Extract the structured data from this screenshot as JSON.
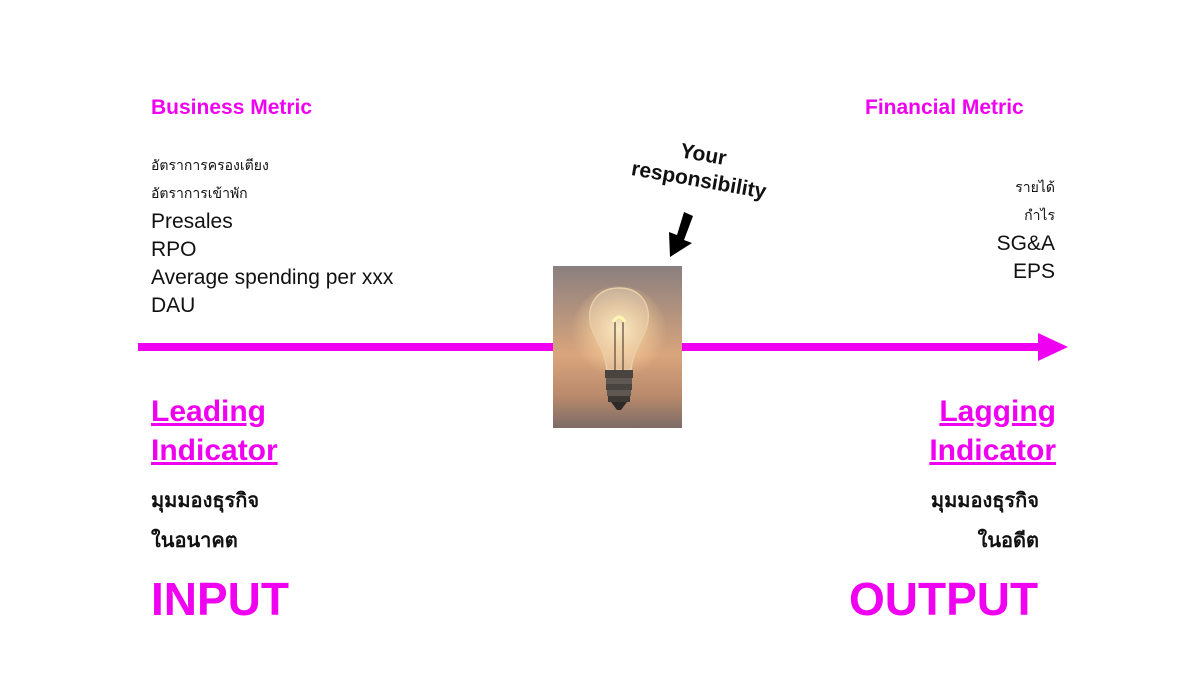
{
  "left": {
    "heading": "Business Metric",
    "thai_metrics": [
      "อัตราการครองเตียง",
      "อัตราการเข้าพัก"
    ],
    "metrics": [
      "Presales",
      "RPO",
      "Average spending per xxx",
      "DAU"
    ],
    "indicator": [
      "Leading",
      "Indicator"
    ],
    "view": [
      "มุมมองธุรกิจ",
      "ในอนาคต"
    ],
    "io_label": "INPUT"
  },
  "right": {
    "heading": "Financial Metric",
    "thai_metrics": [
      "รายได้",
      "กำไร"
    ],
    "metrics": [
      "SG&A",
      "EPS"
    ],
    "indicator": [
      "Lagging",
      "Indicator"
    ],
    "view": [
      "มุมมองธุรกิจ",
      "ในอดีต"
    ],
    "io_label": "OUTPUT"
  },
  "center": {
    "responsibility": [
      "Your",
      "responsibility"
    ],
    "image_icon": "light-bulb"
  },
  "colors": {
    "accent": "#f000f0"
  }
}
